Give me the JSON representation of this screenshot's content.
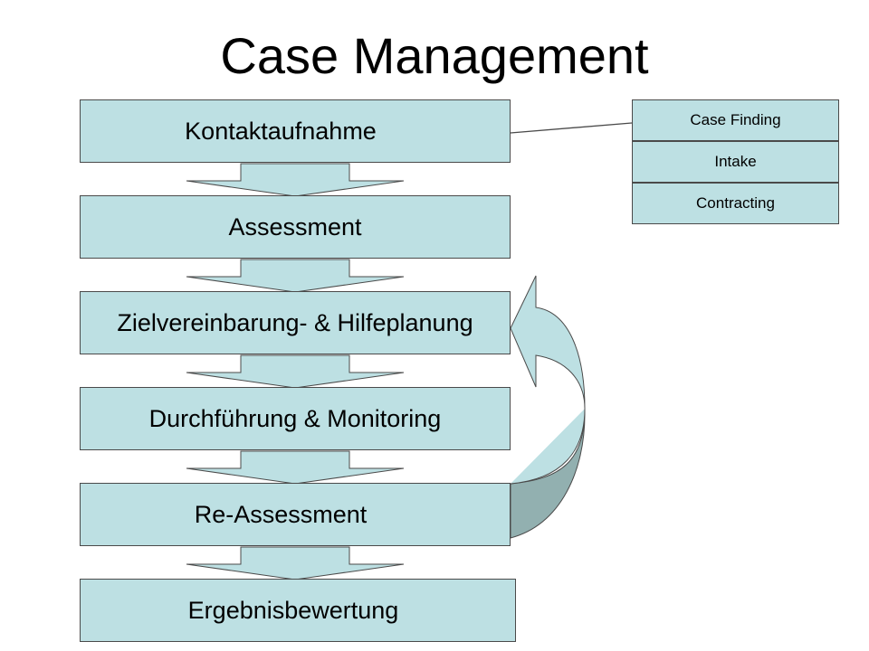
{
  "title": "Case Management",
  "steps": [
    "Kontaktaufnahme",
    "Assessment",
    "Zielvereinbarung- & Hilfeplanung",
    "Durchführung & Monitoring",
    "Re-Assessment",
    "Ergebnisbewertung"
  ],
  "sub_steps": [
    "Case Finding",
    "Intake",
    "Contracting"
  ],
  "colors": {
    "box_fill": "#bde0e3",
    "loop_arrow_fill": "#92b0b0",
    "border": "#4a4a4a"
  }
}
